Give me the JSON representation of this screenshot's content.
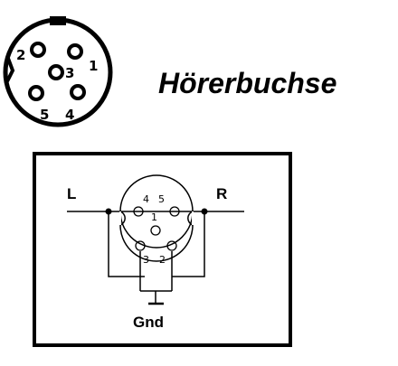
{
  "top_connector": {
    "title": "Hörerbuchse",
    "pins": [
      "1",
      "2",
      "3",
      "4",
      "5"
    ]
  },
  "schematic": {
    "left_label": "L",
    "right_label": "R",
    "ground_label": "Gnd",
    "pins": [
      "1",
      "2",
      "3",
      "4",
      "5"
    ]
  }
}
